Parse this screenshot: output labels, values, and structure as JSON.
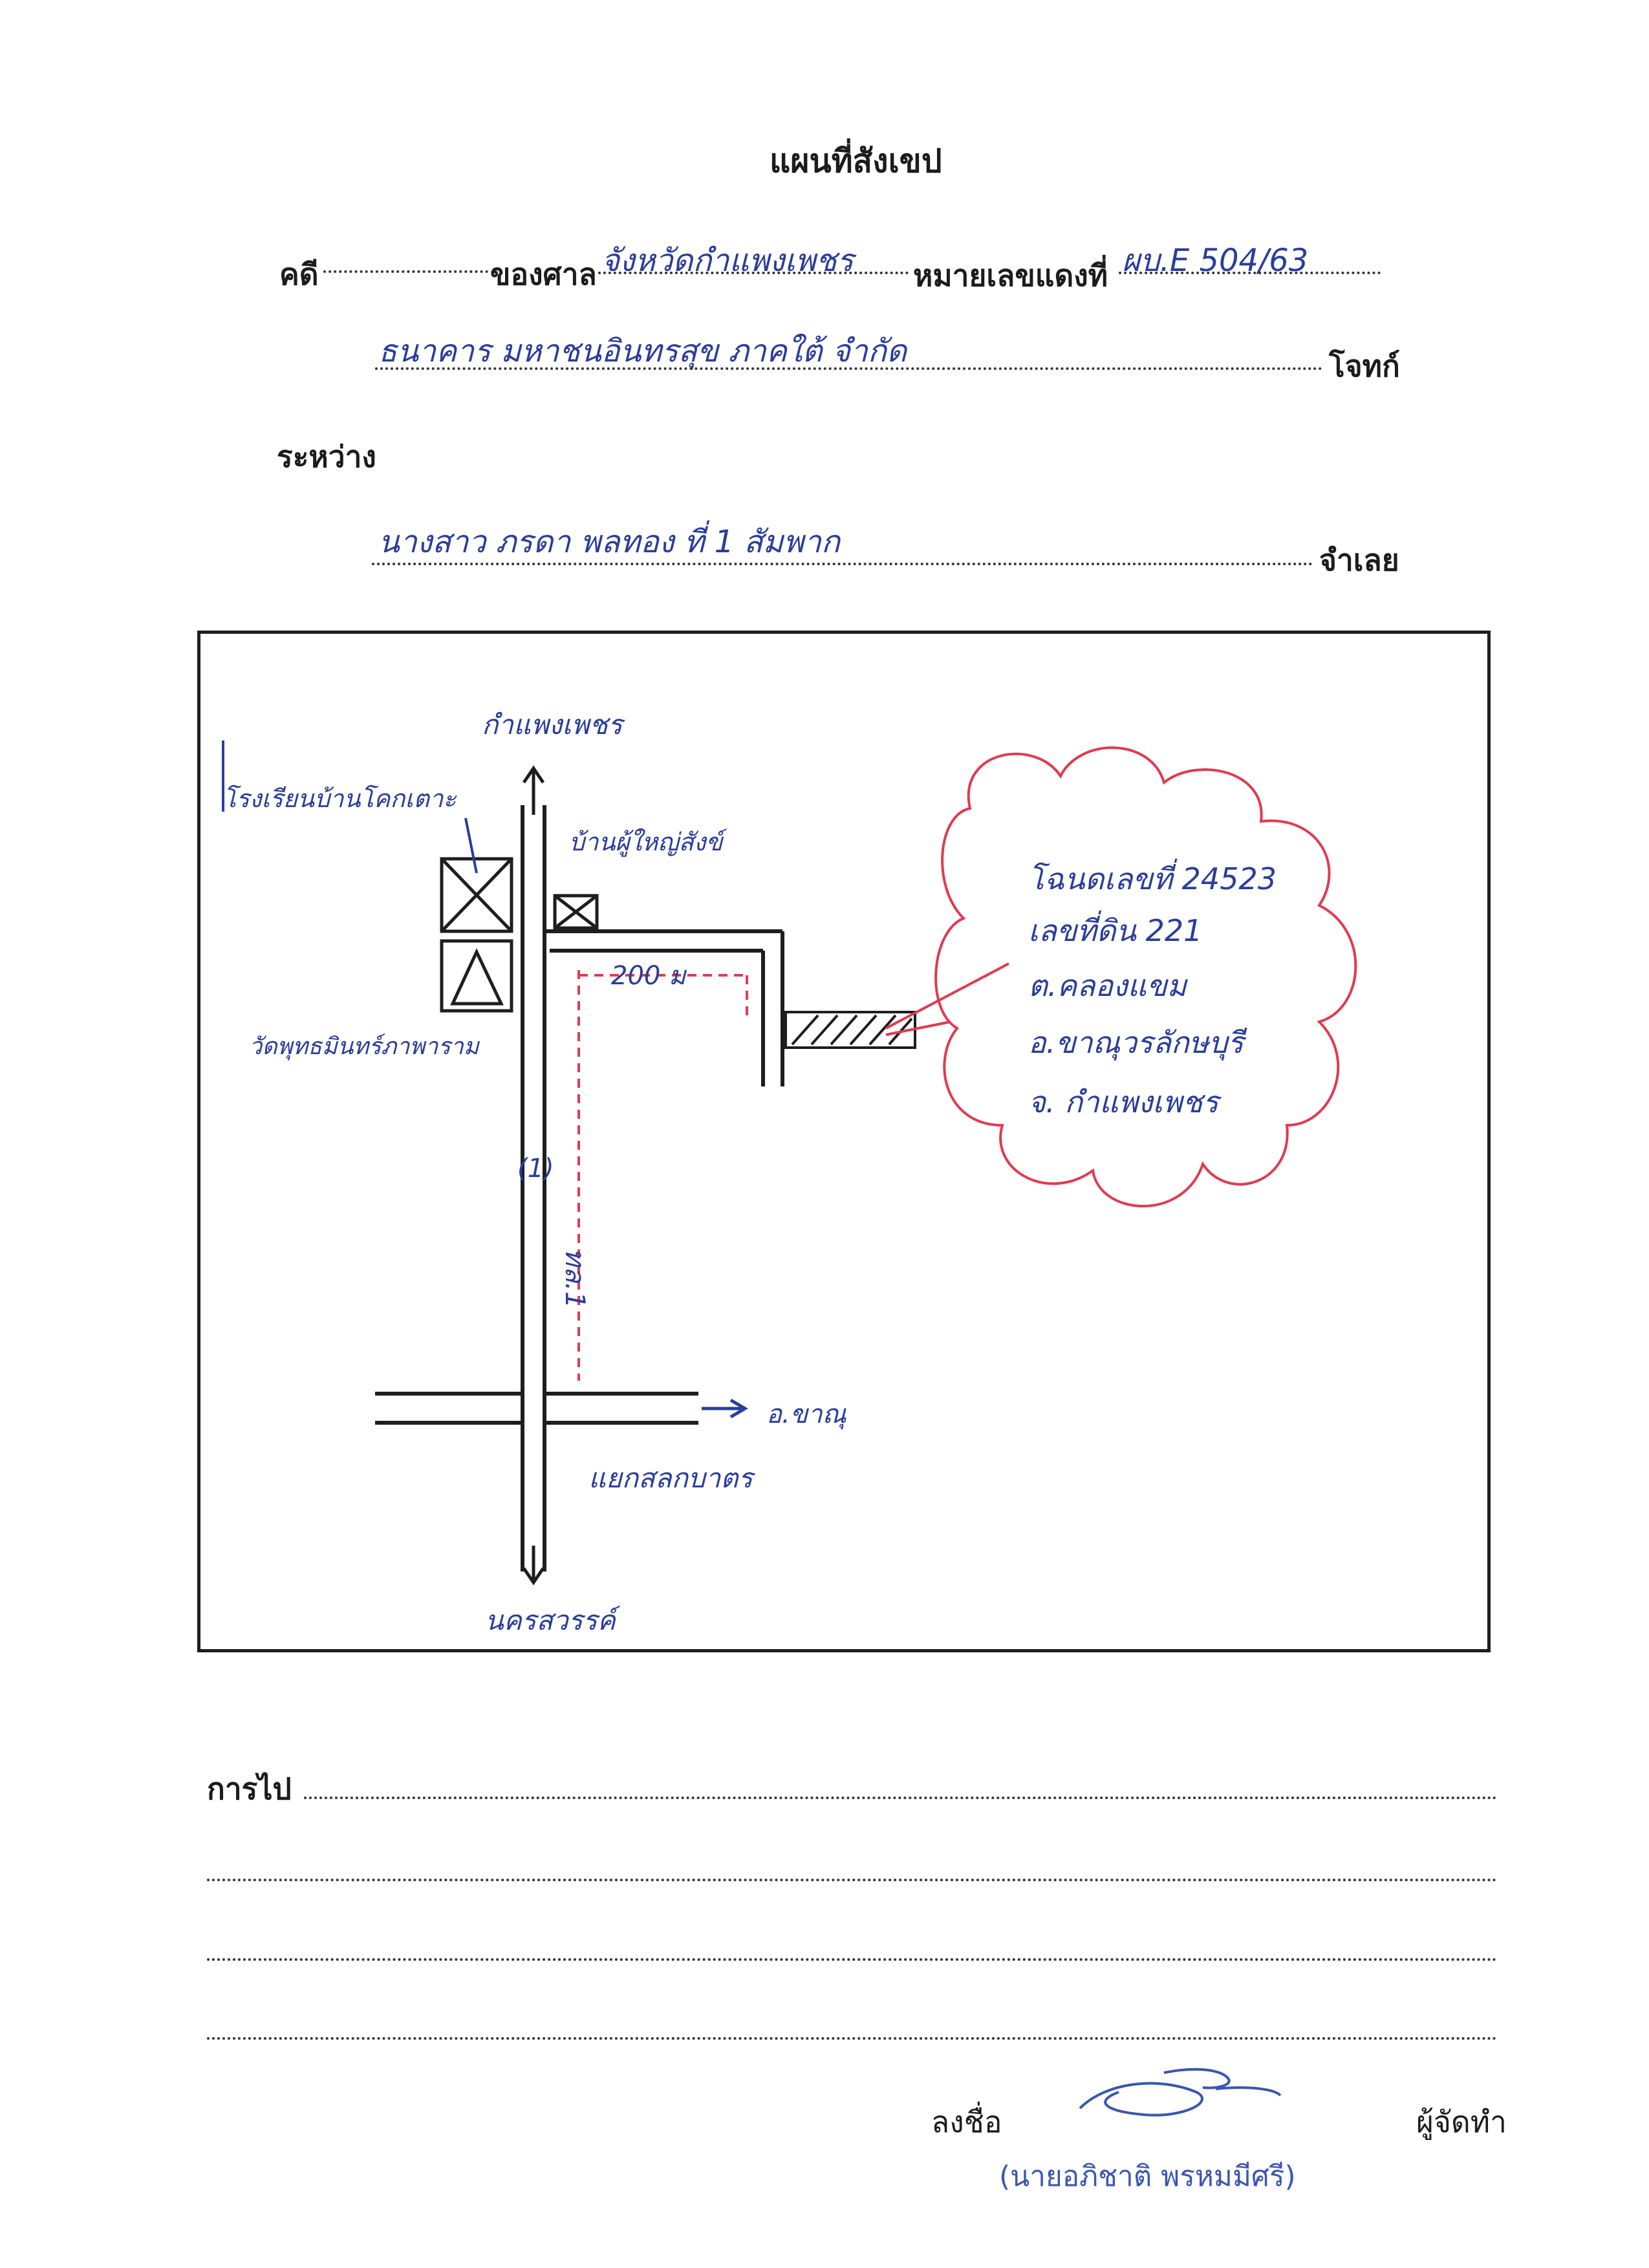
{
  "document": {
    "title": "แผนที่สังเขป",
    "header": {
      "case_label": "คดี",
      "court_label": "ของศาล",
      "court_value": "จังหวัดกำแพงเพชร",
      "red_no_label": "หมายเลขแดงที่",
      "red_no_value": "ผบ.E 504/63",
      "plaintiff_value": "ธนาคาร มหาชนอินทรสุข ภาคใต้ จำกัด",
      "plaintiff_label": "โจทก์",
      "between_label": "ระหว่าง",
      "defendant_value": "นางสาว ภรดา พลทอง ที่ 1 สัมพาก",
      "defendant_label": "จำเลย"
    },
    "map": {
      "north_label": "กำแพงเพชร",
      "school_label": "โรงเรียนบ้านโคกเตาะ",
      "house_label": "บ้านผู้ใหญ่สังข์",
      "temple_label": "วัดพุทธมินทร์ภาพาราม",
      "distance_label": "200 ม",
      "road_label": "ทล.1",
      "road_no": "(1)",
      "junction_label": "แยกสลกบาตร",
      "east_label": "อ.ขาณุ",
      "south_label": "นครสวรรค์",
      "info_lines": [
        "โฉนดเลขที่ 24523",
        "เลขที่ดิน 221",
        "ต.คลองแขม",
        "อ.ขาณุวรลักษบุรี",
        "จ. กำแพงเพชร"
      ]
    },
    "footer": {
      "directions_label": "การไป",
      "sign_label": "ลงชื่อ",
      "preparer_label": "ผู้จัดทำ",
      "preparer_name": "(นายอภิชาติ พรหมมีศรี)"
    }
  },
  "colors": {
    "ink_blue": "#2b3d9a",
    "ink_red": "#e03a52",
    "ink_dark": "#1e1e1e",
    "stamp_blue": "#3a56b0"
  }
}
